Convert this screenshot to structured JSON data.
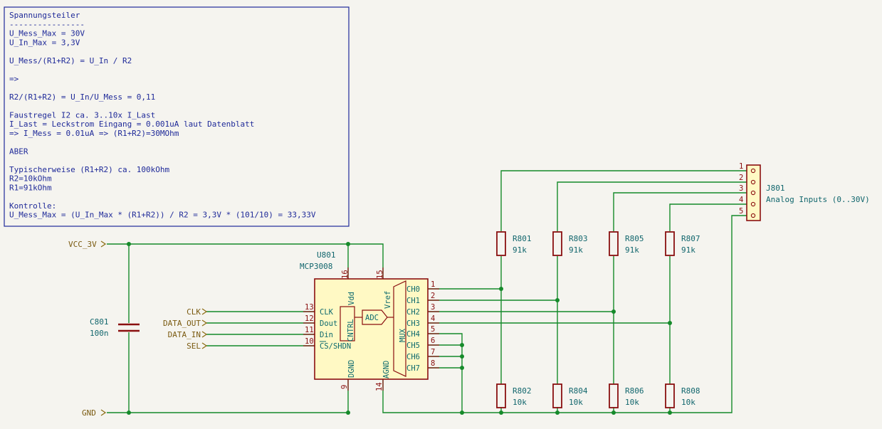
{
  "note": {
    "lines": [
      "Spannungsteiler",
      "----------------",
      "U_Mess_Max = 30V",
      "U_In_Max = 3,3V",
      "",
      "U_Mess/(R1+R2) = U_In / R2",
      "",
      "=>",
      "",
      "R2/(R1+R2) = U_In/U_Mess = 0,11",
      "",
      "Faustregel I2 ca. 3..10x I_Last",
      "I_Last = Leckstrom Eingang = 0.001uA laut Datenblatt",
      "=> I_Mess = 0.01uA => (R1+R2)=30MOhm",
      "",
      "ABER",
      "",
      "Typischerweise (R1+R2) ca. 100kOhm",
      "R2=10kOhm",
      "R1=91kOhm",
      "",
      "Kontrolle:",
      "U_Mess_Max = (U_In_Max * (R1+R2)) / R2 = 3,3V * (101/10) = 33,33V"
    ]
  },
  "power": {
    "vcc": "VCC_3V",
    "gnd": "GND"
  },
  "capacitor": {
    "ref": "C801",
    "value": "100n"
  },
  "ic": {
    "ref": "U801",
    "value": "MCP3008",
    "top_pins": [
      {
        "num": "16",
        "name": "Vdd"
      },
      {
        "num": "15",
        "name": "Vref"
      }
    ],
    "bottom_pins": [
      {
        "num": "9",
        "name": "DGND"
      },
      {
        "num": "14",
        "name": "AGND"
      }
    ],
    "left_pins": [
      {
        "num": "13",
        "name": "CLK",
        "net": "CLK"
      },
      {
        "num": "12",
        "name": "Dout",
        "net": "DATA_OUT"
      },
      {
        "num": "11",
        "name": "Din",
        "net": "DATA_IN"
      },
      {
        "num": "10",
        "name": "CS/SHDN",
        "net": "SEL"
      }
    ],
    "right_pins": [
      {
        "num": "1",
        "name": "CH0"
      },
      {
        "num": "2",
        "name": "CH1"
      },
      {
        "num": "3",
        "name": "CH2"
      },
      {
        "num": "4",
        "name": "CH3"
      },
      {
        "num": "5",
        "name": "CH4"
      },
      {
        "num": "6",
        "name": "CH5"
      },
      {
        "num": "7",
        "name": "CH6"
      },
      {
        "num": "8",
        "name": "CH7"
      }
    ],
    "blocks": {
      "cntrl": "CNTRL",
      "adc": "ADC",
      "mux": "MUX"
    }
  },
  "resistors_top": [
    {
      "ref": "R801",
      "value": "91k"
    },
    {
      "ref": "R803",
      "value": "91k"
    },
    {
      "ref": "R805",
      "value": "91k"
    },
    {
      "ref": "R807",
      "value": "91k"
    }
  ],
  "resistors_bottom": [
    {
      "ref": "R802",
      "value": "10k"
    },
    {
      "ref": "R804",
      "value": "10k"
    },
    {
      "ref": "R806",
      "value": "10k"
    },
    {
      "ref": "R808",
      "value": "10k"
    }
  ],
  "connector": {
    "ref": "J801",
    "value": "Analog Inputs (0..30V)",
    "pins": [
      "1",
      "2",
      "3",
      "4",
      "5"
    ]
  },
  "colors": {
    "wire": "#158a2a",
    "component": "#8a0f0f",
    "text_blue": "#1f2a99",
    "label_teal": "#11666d",
    "body_fill": "#fff9c4"
  }
}
